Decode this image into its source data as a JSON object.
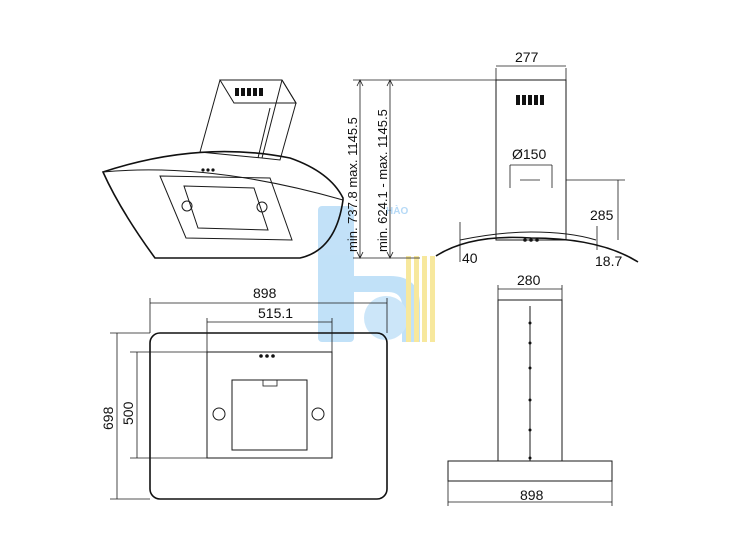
{
  "watermark": {
    "text": "HÀO",
    "color_blue": "#a9d3f5",
    "color_yellow": "#f7e58a"
  },
  "dimensions": {
    "top_depth": "277",
    "duct_diameter": "Ø150",
    "chimney_offset": "285",
    "glass_lip": "40",
    "glass_thickness": "18.7",
    "height_range_a": "min. 737.8 max. 1145.5",
    "height_range_b": "min. 624.1 - max. 1145.5",
    "front_width": "898",
    "filter_width": "515.1",
    "front_height": "698",
    "filter_height": "500",
    "side_chimney_width": "280",
    "side_base_width": "898"
  },
  "colors": {
    "line": "#1a1a1a",
    "background": "#ffffff"
  }
}
